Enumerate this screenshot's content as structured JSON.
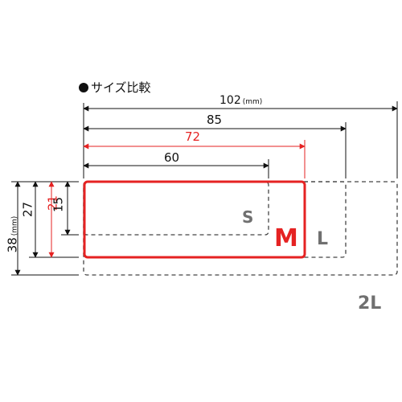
{
  "title": "サイズ比較",
  "unit": "(mm)",
  "widths": {
    "w102": "102",
    "w85": "85",
    "w72": "72",
    "w60": "60"
  },
  "heights": {
    "h38": "38",
    "h27": "27",
    "h21": "21",
    "h15": "15"
  },
  "sizes": {
    "s": "S",
    "m": "M",
    "l": "L",
    "l2": "2L"
  },
  "colors": {
    "accent": "#e52222",
    "line": "#111111",
    "dashed": "#444444",
    "size_label": "#707070"
  },
  "chart_data": {
    "type": "table",
    "units": "mm",
    "items": [
      {
        "size": "S",
        "width": 60,
        "height": 15
      },
      {
        "size": "M",
        "width": 72,
        "height": 21
      },
      {
        "size": "L",
        "width": 85,
        "height": 27
      },
      {
        "size": "2L",
        "width": 102,
        "height": 38
      }
    ]
  }
}
